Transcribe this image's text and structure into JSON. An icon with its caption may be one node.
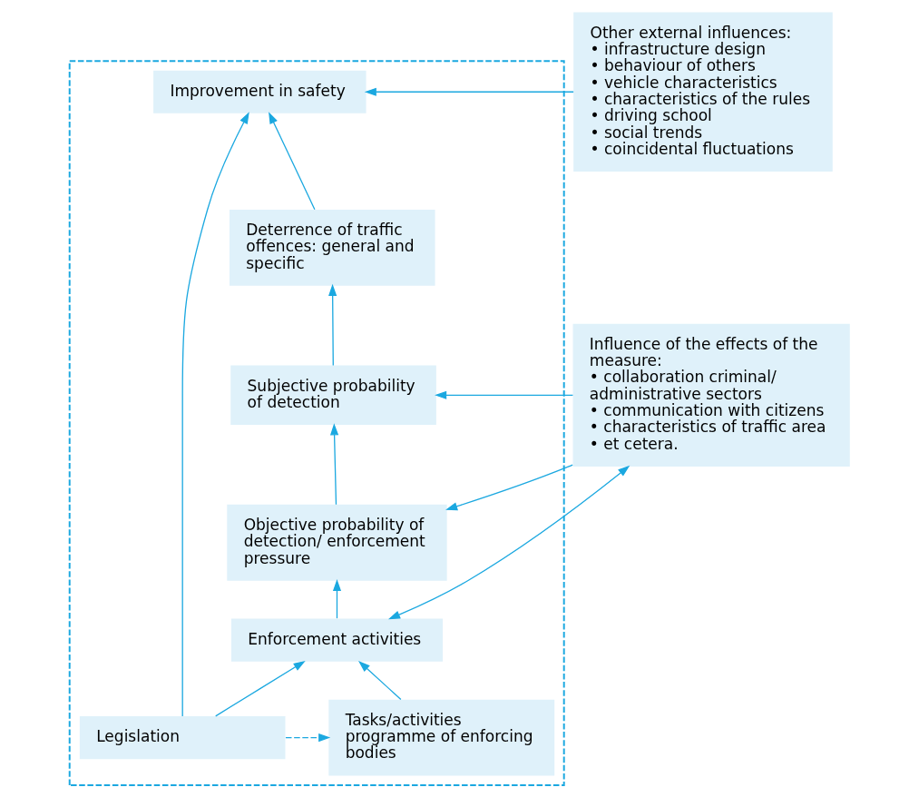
{
  "diagram": {
    "nodes": [
      {
        "text": [],
        "shape": "box"
      },
      {
        "text": [
          "Improvement in safety"
        ],
        "in": 0
      },
      {
        "text": [
          "Deterrence of traffic offences: general and specific"
        ],
        "in": 0
      },
      {
        "text": [
          "Subjective probability of detection"
        ],
        "in": 0
      },
      {
        "text": [
          "Objective probability of detection/ enforcement pressure"
        ],
        "in": 0
      },
      {
        "text": [
          "Enforcement activities"
        ],
        "in": 0
      },
      {
        "text": [
          "Legislation"
        ],
        "in": 0
      },
      {
        "text": [
          "Tasks/activities programme of enforcing bodies"
        ],
        "in": 0
      },
      {
        "text": [
          "Other external influences:",
          "• infrastructure design",
          "• behaviour of others",
          "• vehicle characteristics",
          "• characteristics of the rules",
          "• driving school",
          "• social trends",
          "• coincidental fluctuations"
        ]
      },
      {
        "text": [
          "Influence of the effects of the measure:",
          "• collaboration criminal/ administrative sectors",
          "• communication with citizens",
          "• characteristics of traffic area",
          "• et cetera."
        ]
      }
    ],
    "edges": [
      {
        "from": 8,
        "to": 1,
        "arrow": "to"
      },
      {
        "from": 2,
        "to": 1,
        "arrow": "to"
      },
      {
        "from": 6,
        "to": 1,
        "arrow": "to"
      },
      {
        "from": 3,
        "to": 2,
        "arrow": "to"
      },
      {
        "from": 9,
        "to": 3,
        "arrow": "to"
      },
      {
        "from": 4,
        "to": 3,
        "arrow": "to"
      },
      {
        "from": 9,
        "to": 4,
        "arrow": "to"
      },
      {
        "from": 5,
        "to": 4,
        "arrow": "to"
      },
      {
        "from": 5,
        "to": 9,
        "arrow": "both"
      },
      {
        "from": 6,
        "to": 5,
        "arrow": "to"
      },
      {
        "from": 7,
        "to": 5,
        "arrow": "to"
      },
      {
        "from": 6,
        "to": 7,
        "arrow": "to",
        "style": "dashed"
      }
    ]
  }
}
